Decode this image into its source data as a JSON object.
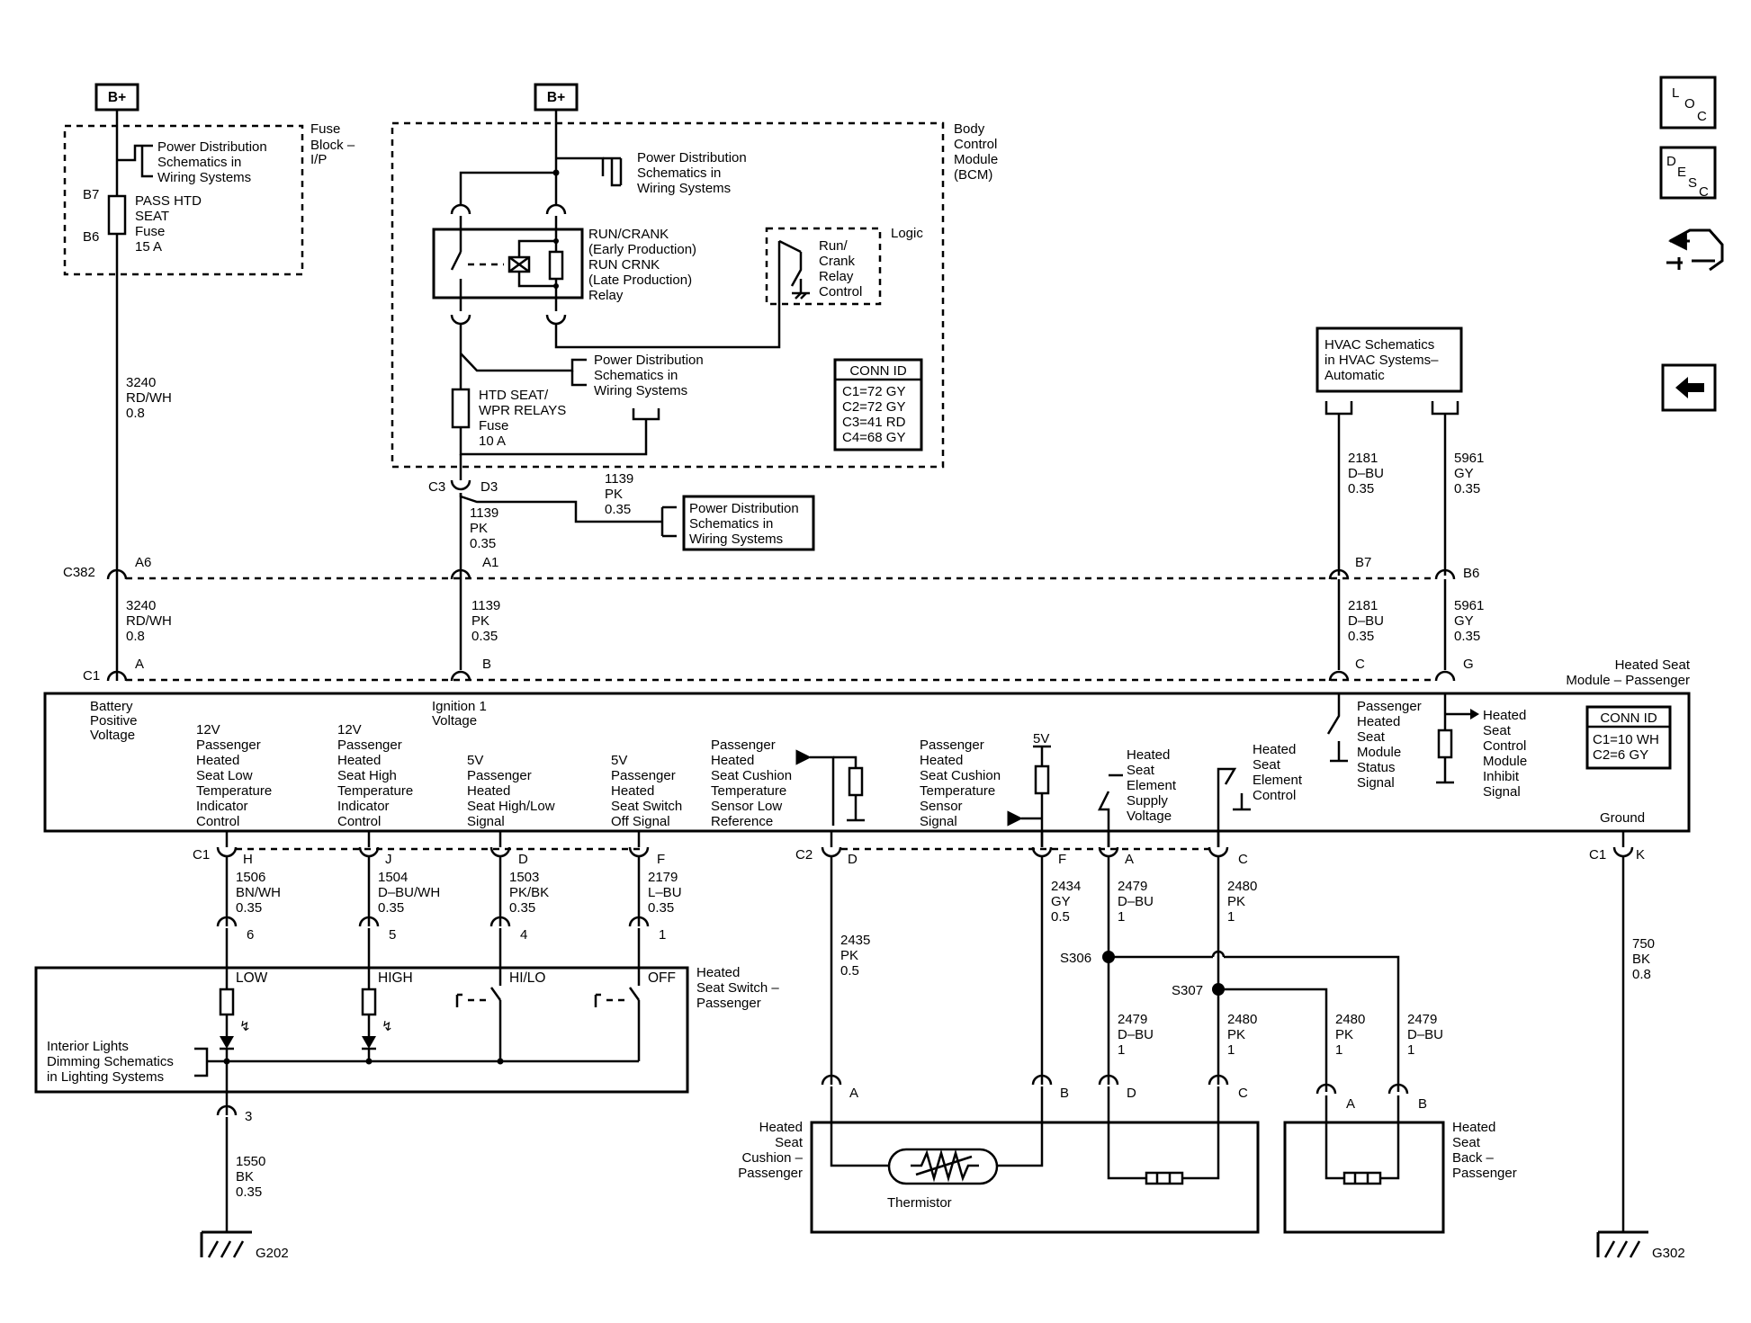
{
  "power": {
    "bplus": "B+"
  },
  "fuse_block": {
    "title": [
      "Fuse",
      "Block –",
      "I/P"
    ],
    "pd_ref": [
      "Power Distribution",
      "Schematics in",
      "Wiring Systems"
    ],
    "pin_top": "B7",
    "pin_bot": "B6",
    "fuse": [
      "PASS HTD",
      "SEAT",
      "Fuse",
      "15 A"
    ]
  },
  "bcm": {
    "title": [
      "Body",
      "Control",
      "Module",
      "(BCM)"
    ],
    "pd_ref1": [
      "Power Distribution",
      "Schematics in",
      "Wiring Systems"
    ],
    "relay": [
      "RUN/CRANK",
      "(Early Production)",
      "RUN CRNK",
      "(Late Production)",
      "Relay"
    ],
    "logic": "Logic",
    "relay_control": [
      "Run/",
      "Crank",
      "Relay",
      "Control"
    ],
    "pd_ref2": [
      "Power Distribution",
      "Schematics in",
      "Wiring Systems"
    ],
    "fuse": [
      "HTD SEAT/",
      "WPR RELAYS",
      "Fuse",
      "10 A"
    ],
    "conn_id": {
      "title": "CONN ID",
      "rows": [
        "C1=72 GY",
        "C2=72 GY",
        "C3=41 RD",
        "C4=68 GY"
      ]
    }
  },
  "c3": {
    "conn": "C3",
    "pin": "D3"
  },
  "wire_1139_top": [
    "1139",
    "PK",
    "0.35"
  ],
  "wire_1139_branch": [
    "1139",
    "PK",
    "0.35"
  ],
  "pd_ref3": [
    "Power Distribution",
    "Schematics in",
    "Wiring Systems"
  ],
  "hvac": [
    "HVAC Schematics",
    "in HVAC Systems–",
    "Automatic"
  ],
  "wire_3240": [
    "3240",
    "RD/WH",
    "0.8"
  ],
  "wire_2181": [
    "2181",
    "D–BU",
    "0.35"
  ],
  "wire_5961": [
    "5961",
    "GY",
    "0.35"
  ],
  "c382": {
    "conn": "C382",
    "pins": [
      "A6",
      "A1",
      "B7",
      "B6"
    ]
  },
  "c1_top": {
    "conn": "C1",
    "pins": [
      "A",
      "B",
      "C",
      "G"
    ]
  },
  "module": {
    "title": [
      "Heated Seat",
      "Module – Passenger"
    ],
    "conn_id": {
      "title": "CONN ID",
      "rows": [
        "C1=10 WH",
        "C2=6 GY"
      ]
    },
    "battery": [
      "Battery",
      "Positive",
      "Voltage"
    ],
    "ignition": [
      "Ignition 1",
      "Voltage"
    ],
    "low_ind": [
      "12V",
      "Passenger",
      "Heated",
      "Seat Low",
      "Temperature",
      "Indicator",
      "Control"
    ],
    "high_ind": [
      "12V",
      "Passenger",
      "Heated",
      "Seat High",
      "Temperature",
      "Indicator",
      "Control"
    ],
    "hilo_sig": [
      "5V",
      "Passenger",
      "Heated",
      "Seat High/Low",
      "Signal"
    ],
    "off_sig": [
      "5V",
      "Passenger",
      "Heated",
      "Seat Switch",
      "Off Signal"
    ],
    "temp_low": [
      "Passenger",
      "Heated",
      "Seat Cushion",
      "Temperature",
      "Sensor Low",
      "Reference"
    ],
    "temp_sig": [
      "Passenger",
      "Heated",
      "Seat Cushion",
      "Temperature",
      "Sensor",
      "Signal"
    ],
    "five_v": "5V",
    "supply": [
      "Heated",
      "Seat",
      "Element",
      "Supply",
      "Voltage"
    ],
    "control": [
      "Heated",
      "Seat",
      "Element",
      "Control"
    ],
    "status": [
      "Passenger",
      "Heated",
      "Seat",
      "Module",
      "Status",
      "Signal"
    ],
    "inhibit": [
      "Heated",
      "Seat",
      "Control",
      "Module",
      "Inhibit",
      "Signal"
    ],
    "ground": "Ground"
  },
  "bottom_conns": {
    "c1": "C1",
    "c1_pins": [
      "H",
      "J",
      "D",
      "F"
    ],
    "c2": "C2",
    "c2_pins": [
      "D",
      "F",
      "A",
      "C"
    ],
    "c1k": "C1",
    "c1k_pin": "K"
  },
  "wires_bottom": {
    "w1506": [
      "1506",
      "BN/WH",
      "0.35"
    ],
    "w1504": [
      "1504",
      "D–BU/WH",
      "0.35"
    ],
    "w1503": [
      "1503",
      "PK/BK",
      "0.35"
    ],
    "w2179": [
      "2179",
      "L–BU",
      "0.35"
    ],
    "w2434": [
      "2434",
      "GY",
      "0.5"
    ],
    "w2479": [
      "2479",
      "D–BU",
      "1"
    ],
    "w2480": [
      "2480",
      "PK",
      "1"
    ],
    "w2435": [
      "2435",
      "PK",
      "0.5"
    ],
    "w750": [
      "750",
      "BK",
      "0.8"
    ],
    "w2479b": [
      "2479",
      "D–BU",
      "1"
    ],
    "w2480b": [
      "2480",
      "PK",
      "1"
    ],
    "w2480c": [
      "2480",
      "PK",
      "1"
    ],
    "w2479c": [
      "2479",
      "D–BU",
      "1"
    ],
    "w1550": [
      "1550",
      "BK",
      "0.35"
    ]
  },
  "switch": {
    "title": [
      "Heated",
      "Seat Switch –",
      "Passenger"
    ],
    "pins": [
      "6",
      "5",
      "4",
      "1",
      "3"
    ],
    "positions": [
      "LOW",
      "HIGH",
      "HI/LO",
      "OFF"
    ],
    "dimming": [
      "Interior Lights",
      "Dimming Schematics",
      "in Lighting Systems"
    ]
  },
  "splices": [
    "S306",
    "S307"
  ],
  "cushion": {
    "title": [
      "Heated",
      "Seat",
      "Cushion –",
      "Passenger"
    ],
    "pins": [
      "A",
      "B",
      "D",
      "C"
    ],
    "thermistor": "Thermistor"
  },
  "back": {
    "title": [
      "Heated",
      "Seat",
      "Back –",
      "Passenger"
    ],
    "pins": [
      "A",
      "B"
    ]
  },
  "grounds": [
    "G202",
    "G302"
  ],
  "nav": {
    "loc": [
      "L",
      "O",
      "C"
    ],
    "desc": [
      "D",
      "E",
      "S",
      "C"
    ],
    "connector_icon": "connector-icon",
    "back_icon": "back-arrow-icon"
  }
}
